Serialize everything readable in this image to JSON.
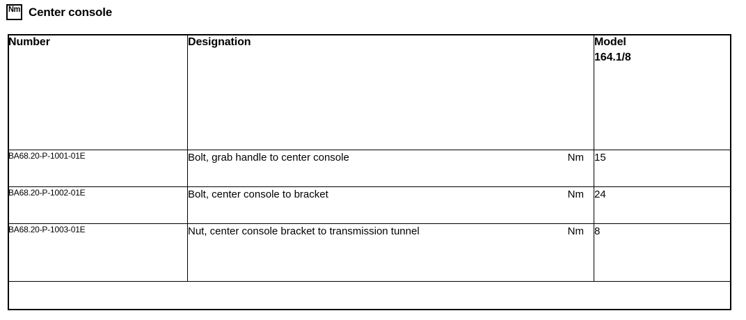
{
  "header": {
    "icon_label": "Nm",
    "icon_name": "torque-unit-icon",
    "title": "Center console"
  },
  "table": {
    "columns": [
      {
        "key": "number",
        "label": "Number"
      },
      {
        "key": "designation",
        "label": "Designation"
      },
      {
        "key": "model",
        "label_line1": "Model",
        "label_line2": "164.1/8"
      }
    ],
    "rows": [
      {
        "number": "BA68.20-P-1001-01E",
        "designation": "Bolt, grab handle to center console",
        "unit": "Nm",
        "value": "15"
      },
      {
        "number": "BA68.20-P-1002-01E",
        "designation": "Bolt, center console to bracket",
        "unit": "Nm",
        "value": "24"
      },
      {
        "number": "BA68.20-P-1003-01E",
        "designation": "Nut, center console bracket to transmission tunnel",
        "unit": "Nm",
        "value": "8"
      }
    ]
  },
  "colors": {
    "background": "#ffffff",
    "text": "#000000",
    "border": "#000000"
  }
}
